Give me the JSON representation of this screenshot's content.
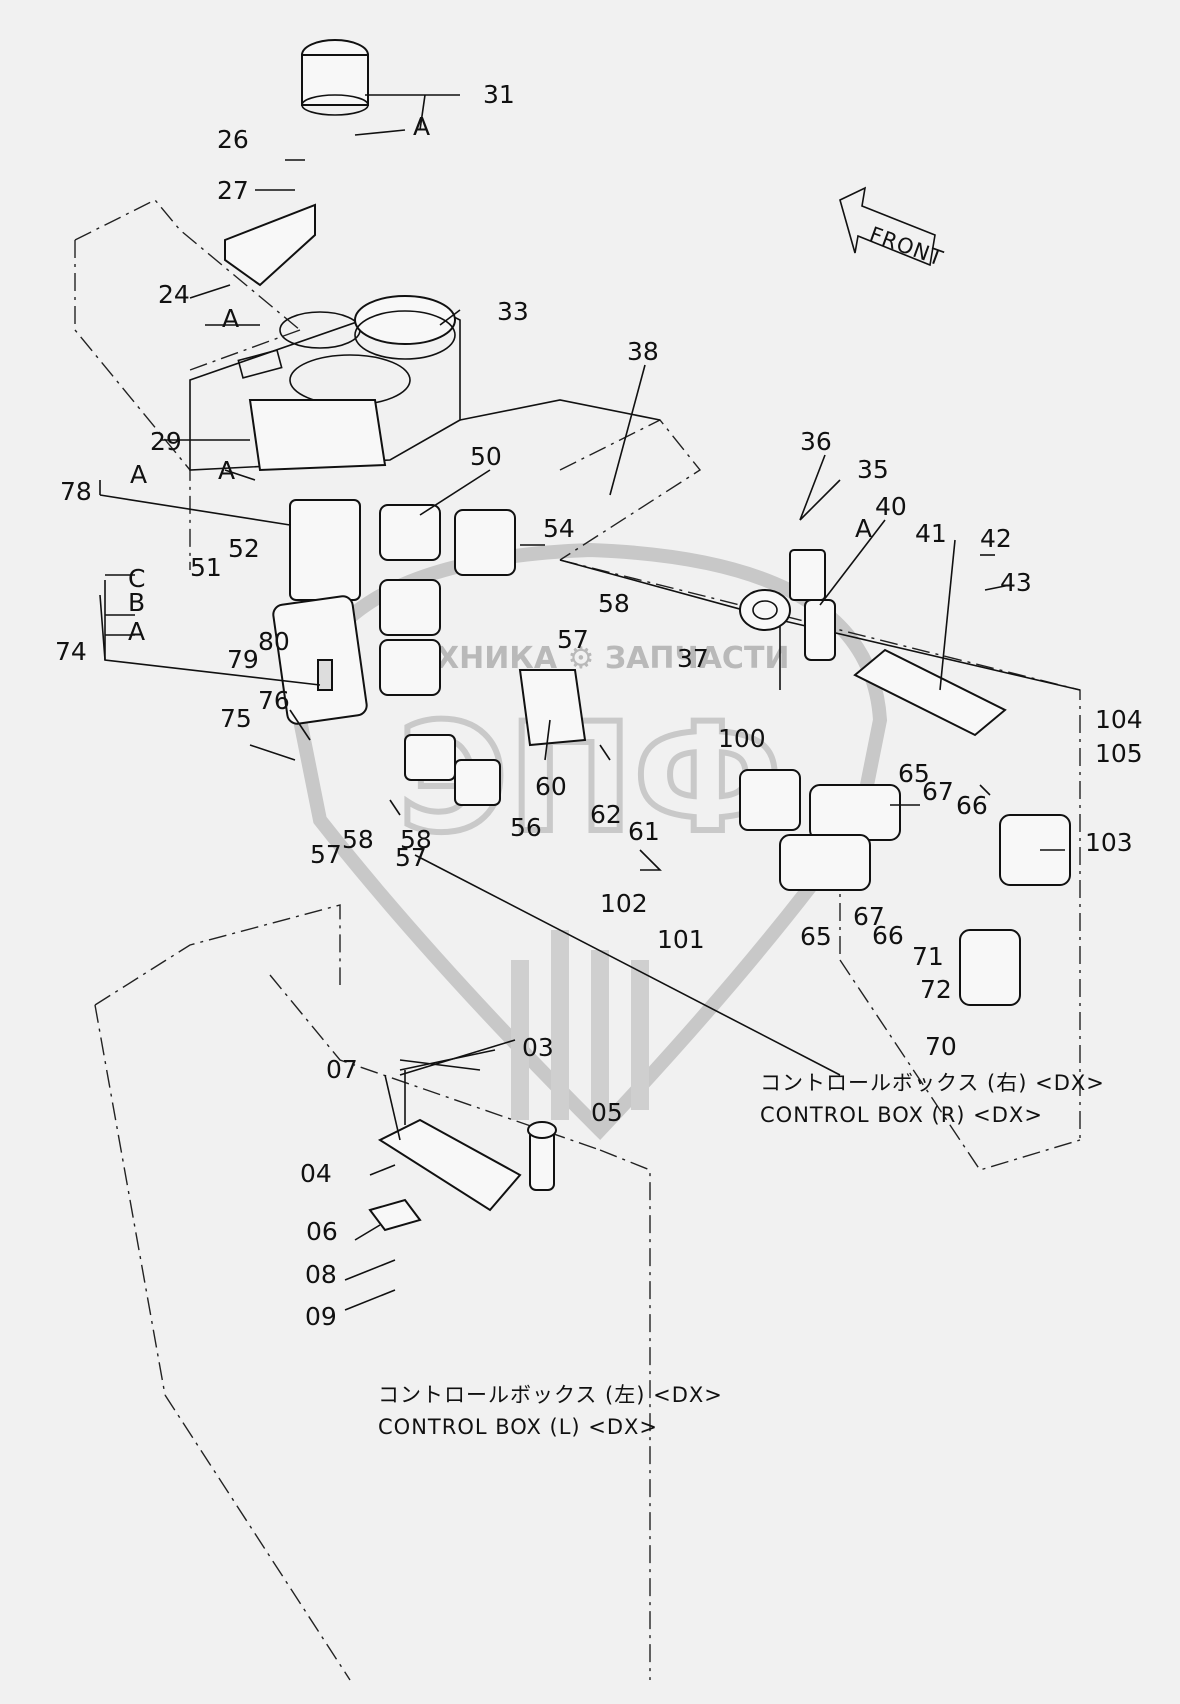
{
  "watermark": {
    "text": "ТЕХНИКА ⚙ ЗАПЧАСТИ",
    "logo": "ЭПФ"
  },
  "front_label": "FRONT",
  "captions": {
    "right_jp": "コントロールボックス (右) <DX>",
    "right_en": "CONTROL BOX (R) <DX>",
    "left_jp": "コントロールボックス (左) <DX>",
    "left_en": "CONTROL BOX (L) <DX>"
  },
  "part_labels": [
    "31",
    "A",
    "26",
    "27",
    "24",
    "A",
    "33",
    "29",
    "A",
    "78",
    "A",
    "38",
    "50",
    "36",
    "35",
    "40",
    "A",
    "41",
    "42",
    "43",
    "54",
    "52",
    "51",
    "C",
    "B",
    "A",
    "80",
    "79",
    "74",
    "58",
    "57",
    "37",
    "76",
    "75",
    "60",
    "62",
    "61",
    "100",
    "104",
    "105",
    "65",
    "67",
    "66",
    "103",
    "57",
    "58",
    "58",
    "57",
    "56",
    "102",
    "101",
    "67",
    "66",
    "65",
    "71",
    "72",
    "70",
    "03",
    "07",
    "05",
    "04",
    "06",
    "08",
    "09"
  ]
}
